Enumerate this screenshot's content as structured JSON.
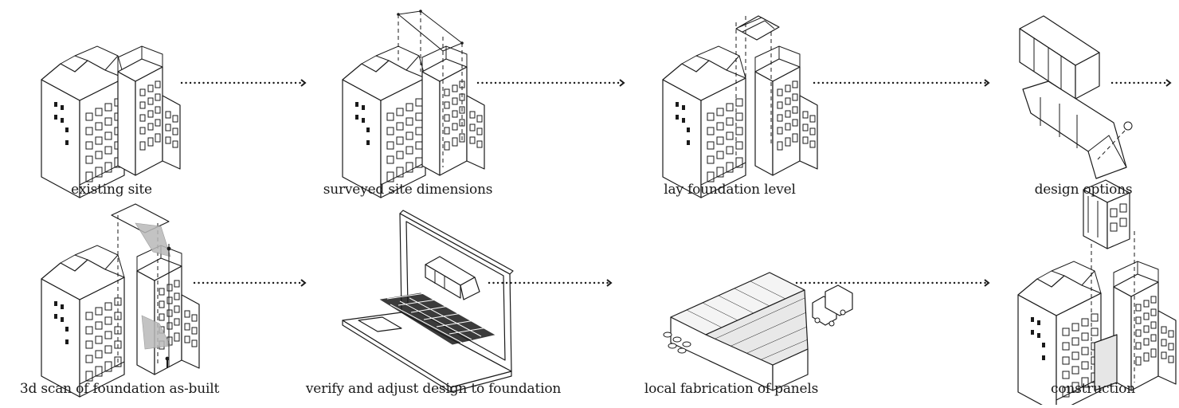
{
  "steps": [
    {
      "id": "existing-site",
      "label": "existing site"
    },
    {
      "id": "surveyed-site-dimensions",
      "label": "surveyed site dimensions"
    },
    {
      "id": "lay-foundation-level",
      "label": "lay foundation level"
    },
    {
      "id": "design-options",
      "label": "design options"
    },
    {
      "id": "scan-foundation",
      "label": "3d scan of foundation as-built"
    },
    {
      "id": "verify-adjust",
      "label": "verify and adjust design to foundation"
    },
    {
      "id": "local-fabrication",
      "label": "local fabrication of panels"
    },
    {
      "id": "construction",
      "label": "construction"
    }
  ],
  "colors": {
    "ink": "#1a1a1a",
    "scan_cone": "#b9b9b9",
    "background": "#ffffff"
  }
}
